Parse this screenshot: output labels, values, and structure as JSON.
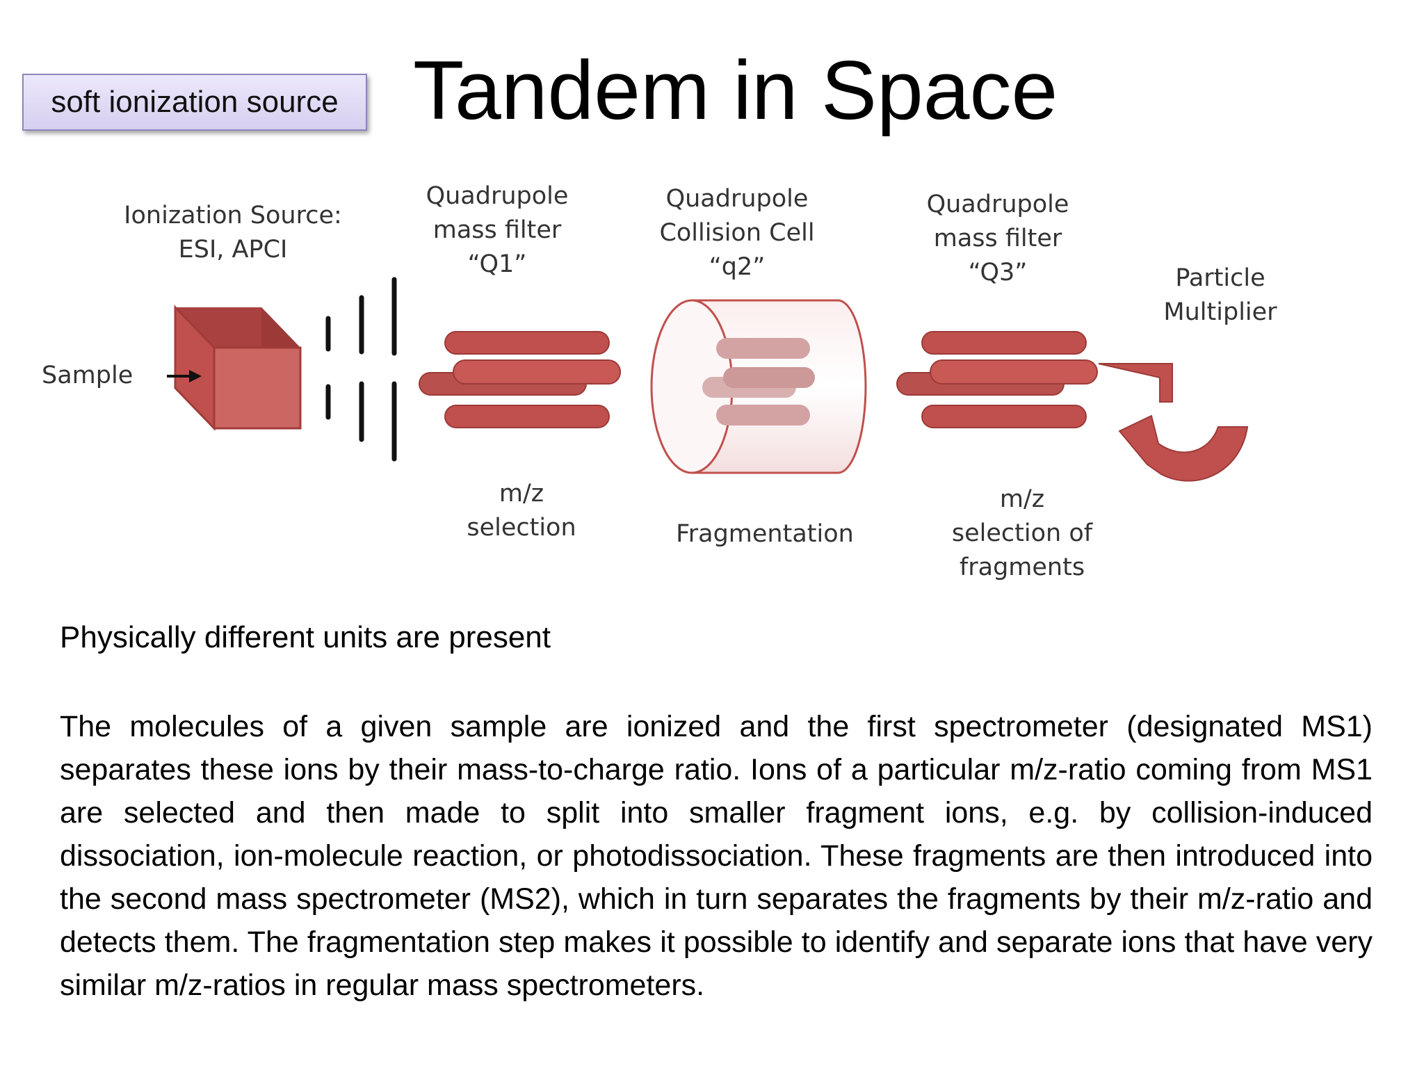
{
  "tag": "soft ionization source",
  "title": "Tandem in Space",
  "diagram": {
    "ion_source": [
      "Ionization Source:",
      "ESI, APCI"
    ],
    "sample": "Sample",
    "q1": [
      "Quadrupole",
      "mass filter",
      "“Q1”"
    ],
    "q2": [
      "Quadrupole",
      "Collision Cell",
      "“q2”"
    ],
    "q3": [
      "Quadrupole",
      "mass filter",
      "“Q3”"
    ],
    "detector": [
      "Particle",
      "Multiplier"
    ],
    "q1_caption": [
      "m/z",
      "selection"
    ],
    "q2_caption": "Fragmentation",
    "q3_caption": [
      "m/z",
      "selection of",
      "fragments"
    ]
  },
  "subtitle": "Physically different units are present",
  "body": "The molecules of a given sample are ionized and the first spectrometer (designated MS1) separates these ions by their mass-to-charge ratio. Ions of a particular m/z-ratio coming from MS1 are selected and then made to split into smaller fragment ions, e.g. by collision-induced dissociation, ion-molecule reaction, or photodissociation. These fragments are then introduced into the second mass spectrometer (MS2), which in turn separates the fragments by their m/z-ratio and detects them. The fragmentation step makes it possible to identify and separate ions that have very similar m/z-ratios in regular mass spectrometers.",
  "colors": {
    "rod": "#c0504d",
    "rod_dark": "#9c3a38",
    "rod_light": "#d78a88",
    "cell_rod": "#d3a3a3",
    "tag_border": "#8e86b8"
  }
}
